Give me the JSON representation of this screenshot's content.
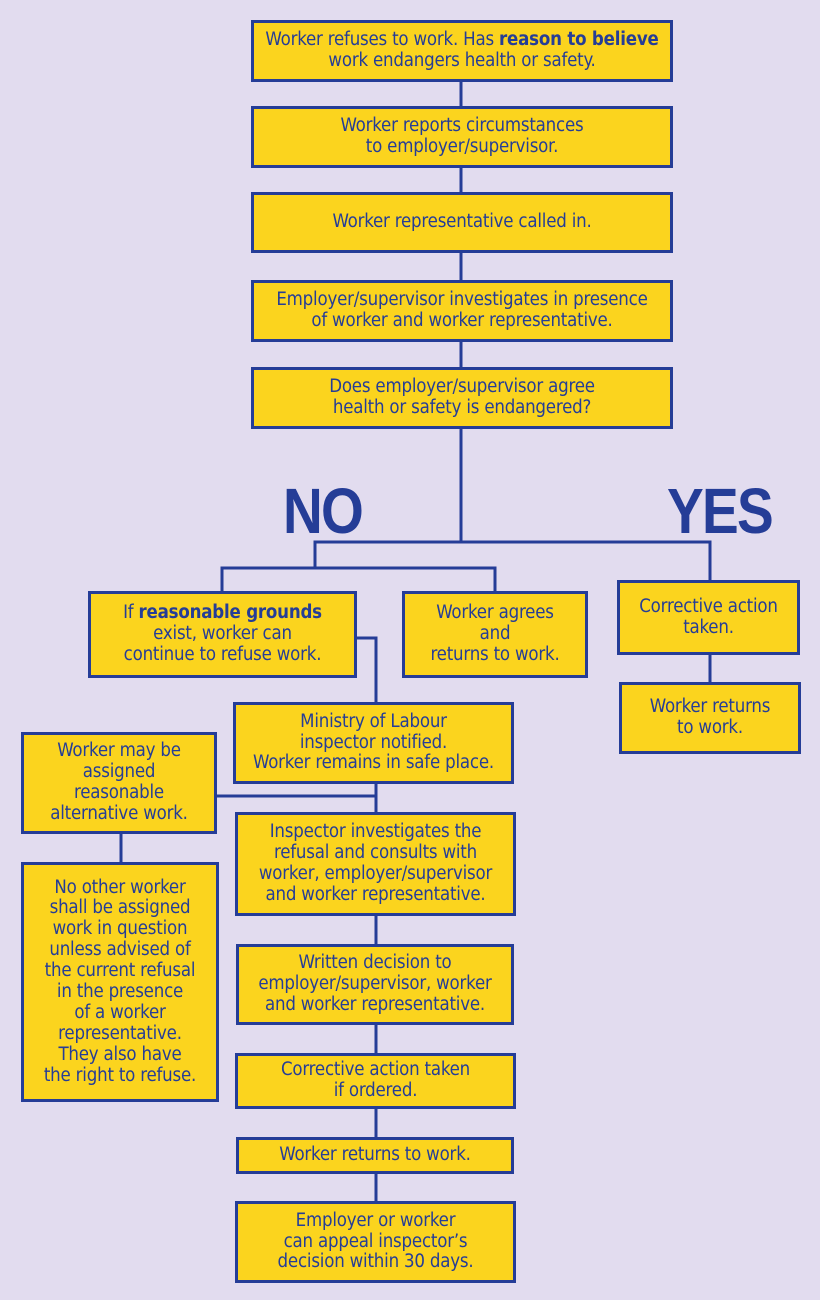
{
  "steps": {
    "refuse_a": "Worker refuses to work. Has ",
    "refuse_b": "reason to believe",
    "refuse_c": " work endangers health or safety.",
    "report_1": "Worker reports circumstances",
    "report_2": "to employer/supervisor.",
    "rep_called": "Worker representative called in.",
    "investigate_1": "Employer/supervisor investigates in presence",
    "investigate_2": "of worker and worker representative.",
    "decision_1": "Does employer/supervisor agree",
    "decision_2": "health or safety is endangered?"
  },
  "branches": {
    "no_label": "NO",
    "yes_label": "YES"
  },
  "no_branch": {
    "grounds_1": "If ",
    "grounds_2": "reasonable grounds",
    "grounds_3": " exist, worker can",
    "grounds_4": "continue to refuse work.",
    "agrees_1": "Worker agrees",
    "agrees_2": "and",
    "agrees_3": "returns to work.",
    "ministry_1": "Ministry of Labour",
    "ministry_2": "inspector notified.",
    "ministry_3": "Worker remains in safe place.",
    "alt_1": "Worker may be",
    "alt_2": "assigned",
    "alt_3": "reasonable",
    "alt_4": "alternative work.",
    "noother_1": "No other worker",
    "noother_2": "shall be assigned",
    "noother_3": "work in question",
    "noother_4": "unless advised of",
    "noother_5": "the current refusal",
    "noother_6": "in the presence",
    "noother_7": "of a worker",
    "noother_8": "representative.",
    "noother_9": "They also have",
    "noother_10": "the right to refuse.",
    "inspector_1": "Inspector investigates the",
    "inspector_2": "refusal and consults with",
    "inspector_3": "worker, employer/supervisor",
    "inspector_4": "and worker representative.",
    "written_1": "Written decision to",
    "written_2": "employer/supervisor, worker",
    "written_3": "and worker representative.",
    "corrective_1": "Corrective action taken",
    "corrective_2": "if ordered.",
    "returns": "Worker returns to work.",
    "appeal_1": "Employer or worker",
    "appeal_2": "can appeal inspector’s",
    "appeal_3": "decision within 30 days."
  },
  "yes_branch": {
    "corrective_1": "Corrective action",
    "corrective_2": "taken.",
    "returns_1": "Worker returns",
    "returns_2": "to work."
  },
  "colors": {
    "background": "#e2dcef",
    "box_fill": "#fbd41e",
    "line_and_text": "#253d97"
  }
}
